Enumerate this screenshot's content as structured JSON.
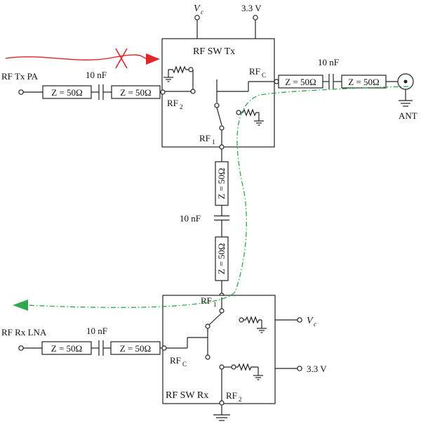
{
  "supply": {
    "vc": "V",
    "vc_sub": "c",
    "v33": "3.3 V"
  },
  "tx_switch": {
    "title": "RF SW Tx",
    "rfc": "RF",
    "rfc_sub": "C",
    "rf1": "RF",
    "rf1_sub": "1",
    "rf2": "RF",
    "rf2_sub": "2"
  },
  "rx_switch": {
    "title": "RF SW Rx",
    "rfc": "RF",
    "rfc_sub": "C",
    "rf1": "RF",
    "rf1_sub": "1",
    "rf2": "RF",
    "rf2_sub": "2"
  },
  "ports": {
    "tx_pa": "RF Tx PA",
    "rx_lna": "RF Rx LNA",
    "antenna": "ANT"
  },
  "components": {
    "cap_label": "10 nF",
    "impedance_label": "Z = 50Ω"
  },
  "colors": {
    "blocked_path": "#e0262b",
    "receive_path": "#2fa84f"
  },
  "icons": {
    "blocked": "cross-mark-icon",
    "direction": "arrow-icon",
    "ground": "ground-icon",
    "antenna": "antenna-icon"
  }
}
